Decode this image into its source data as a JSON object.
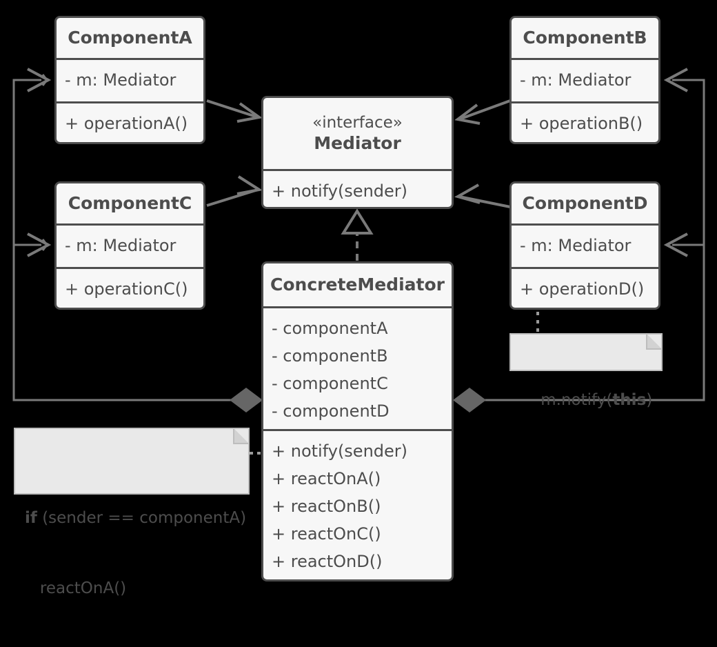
{
  "diagram": {
    "title": "Mediator design pattern UML class diagram",
    "background": "#000000",
    "box_fill": "#f7f7f7",
    "box_border": "#4d4d4d",
    "text_color": "#4d4d4d",
    "line_color": "#7a7a7a",
    "note_fill": "#e9e9e9",
    "note_border": "#bdbdbd"
  },
  "classes": {
    "component_a": {
      "name": "ComponentA",
      "fields": [
        "- m: Mediator"
      ],
      "methods": [
        "+ operationA()"
      ]
    },
    "component_b": {
      "name": "ComponentB",
      "fields": [
        "- m: Mediator"
      ],
      "methods": [
        "+ operationB()"
      ]
    },
    "component_c": {
      "name": "ComponentC",
      "fields": [
        "- m: Mediator"
      ],
      "methods": [
        "+ operationC()"
      ]
    },
    "component_d": {
      "name": "ComponentD",
      "fields": [
        "- m: Mediator"
      ],
      "methods": [
        "+ operationD()"
      ]
    },
    "mediator": {
      "stereotype": "«interface»",
      "name": "Mediator",
      "methods": [
        "+ notify(sender)"
      ]
    },
    "concrete_mediator": {
      "name": "ConcreteMediator",
      "fields": [
        "- componentA",
        "- componentB",
        "- componentC",
        "- componentD"
      ],
      "methods": [
        "+ notify(sender)",
        "+ reactOnA()",
        "+ reactOnB()",
        "+ reactOnC()",
        "+ reactOnD()"
      ]
    }
  },
  "notes": {
    "if_note": {
      "line1_bold": "if",
      "line1_rest": " (sender == componentA)",
      "line2": "   reactOnA()"
    },
    "notify_note": {
      "prefix": "m.notify(",
      "bold": "this",
      "suffix": ")"
    }
  },
  "relations": {
    "a_to_mediator": "association",
    "b_to_mediator": "association",
    "c_to_mediator": "association",
    "d_to_mediator": "association",
    "concrete_realizes_mediator": "realization",
    "concrete_aggregates_left": "composition",
    "concrete_aggregates_right": "composition"
  }
}
